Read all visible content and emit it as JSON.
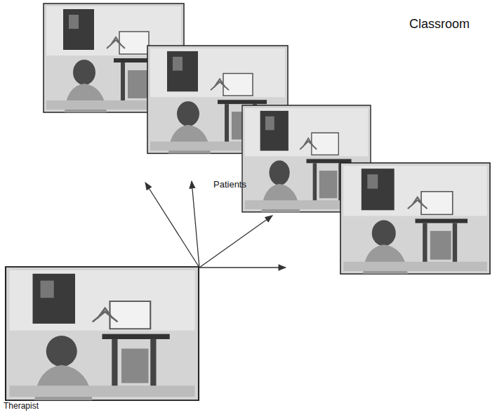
{
  "diagram": {
    "nodes": [
      {
        "text": [
          "Therapist"
        ]
      }
    ],
    "labels": [
      "Classroom",
      "Patients"
    ]
  }
}
